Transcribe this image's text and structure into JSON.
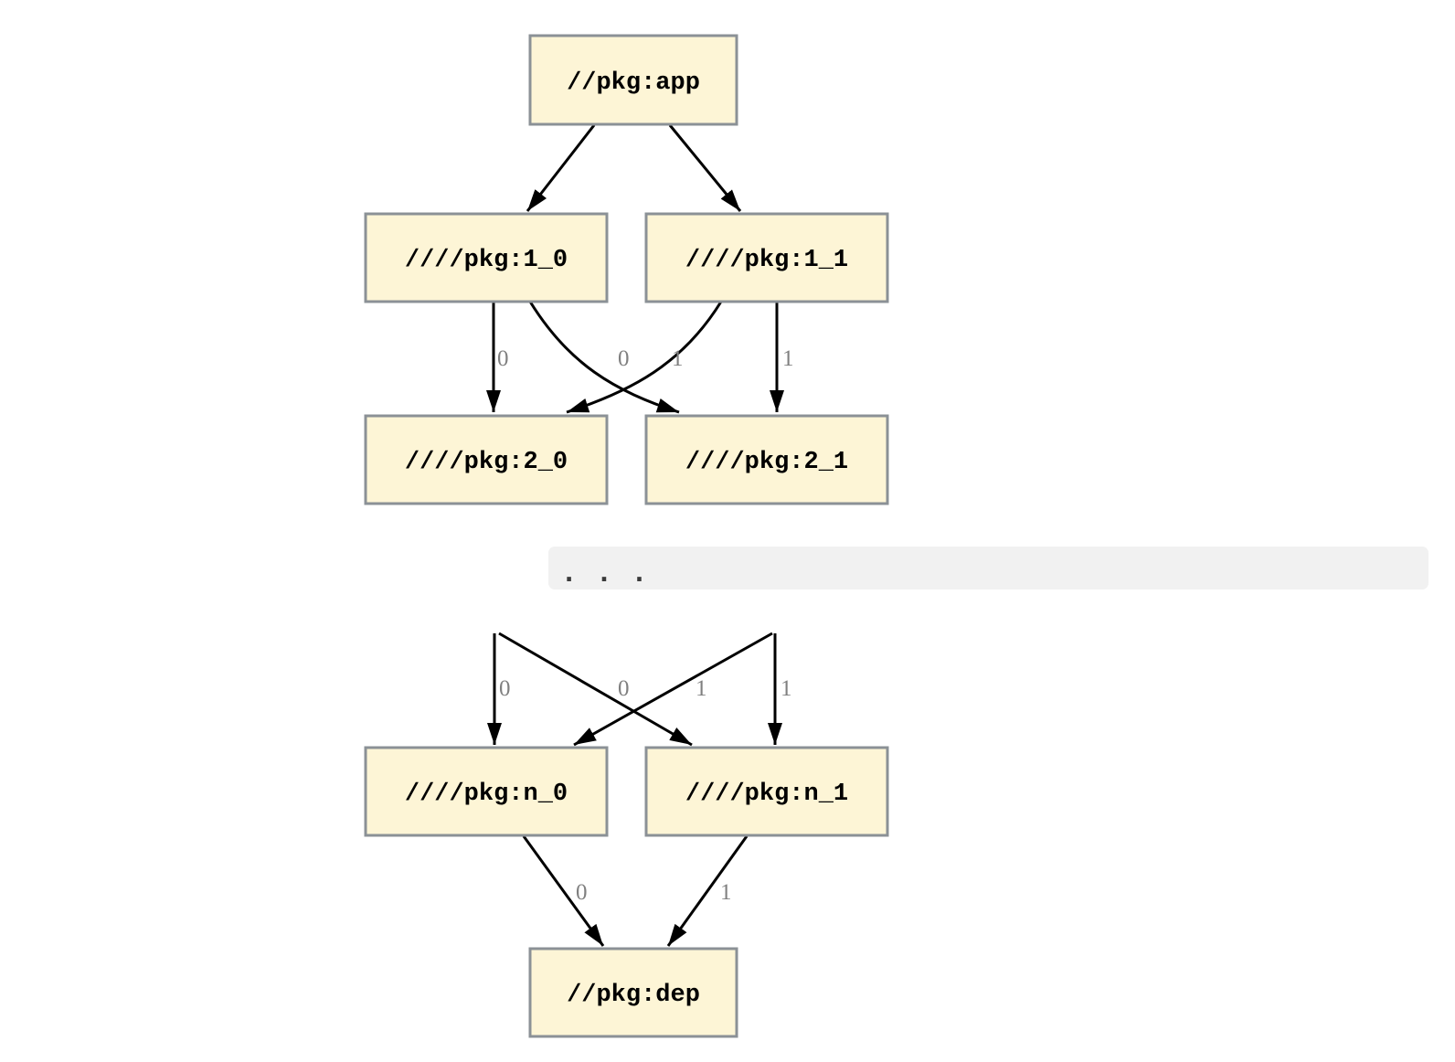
{
  "colors": {
    "node_fill": "#fdf5d6",
    "node_border": "#8b9196",
    "edge": "#000000",
    "edge_label": "#808080",
    "node_text": "#000000",
    "band_fill": "#f1f1f1",
    "dots": "#3a3a3a",
    "background": "#ffffff"
  },
  "nodes": {
    "app": "//pkg:app",
    "pkg1_0": "////pkg:1_0",
    "pkg1_1": "////pkg:1_1",
    "pkg2_0": "////pkg:2_0",
    "pkg2_1": "////pkg:2_1",
    "pkgn_0": "////pkg:n_0",
    "pkgn_1": "////pkg:n_1",
    "dep": "//pkg:dep"
  },
  "ellipsis": ". . .",
  "edge_labels": {
    "level1_to_level2": [
      "0",
      "0",
      "1",
      "1"
    ],
    "ellipsis_to_leveln": [
      "0",
      "0",
      "1",
      "1"
    ],
    "leveln_to_dep": [
      "0",
      "1"
    ]
  }
}
